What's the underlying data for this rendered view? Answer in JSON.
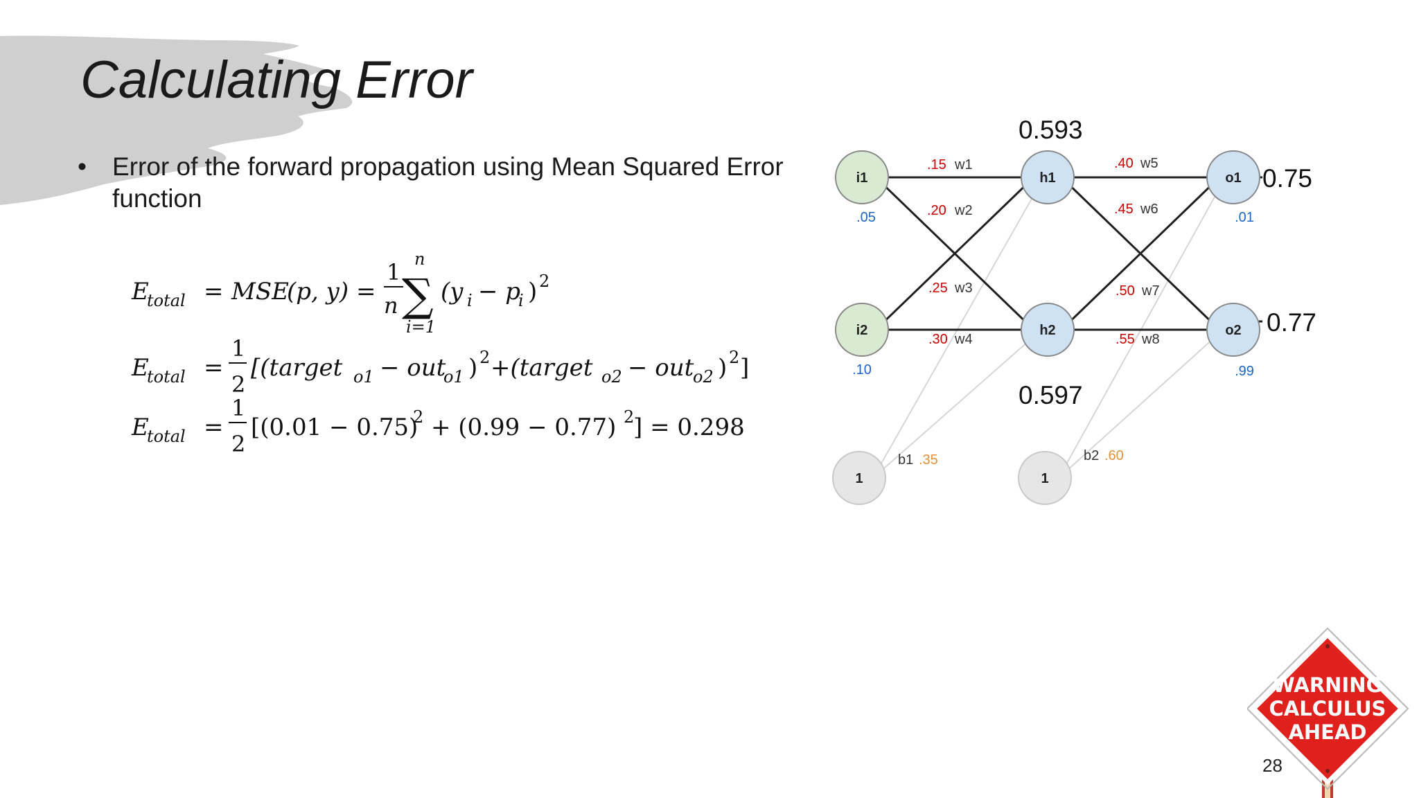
{
  "slide": {
    "title": "Calculating Error",
    "bullet_marker": "•",
    "bullet_text": "Error of the forward propagation using Mean Squared Error function",
    "page_number": "28"
  },
  "equations": {
    "line1": {
      "lhs_base": "E",
      "lhs_sub": "total",
      "eq": "=",
      "mse": "MSE",
      "args": "(p, y)",
      "frac_num": "1",
      "frac_den": "n",
      "sigma": "∑",
      "sum_upper": "n",
      "sum_lower": "i=1",
      "term_open": "(y",
      "term_sub_i": "i",
      "term_minus": "− p",
      "term_sub_i2": "i",
      "term_close": ")",
      "power": "2"
    },
    "line2": {
      "lhs_base": "E",
      "lhs_sub": "total",
      "eq": "=",
      "frac_num": "1",
      "frac_den": "2",
      "open": "[(target",
      "sub1": "o1",
      "minus1": "− out",
      "sub2": "o1",
      "close1": ")",
      "pow1": "2",
      "plus_target": "+(target",
      "sub3": "o2",
      "minus2": "− out",
      "sub4": "o2",
      "close2": ")",
      "pow2": "2",
      "end": "]"
    },
    "line3": {
      "lhs_base": "E",
      "lhs_sub": "total",
      "eq": "=",
      "frac_num": "1",
      "frac_den": "2",
      "part1": "[(0.01 − 0.75)",
      "pow1": "2",
      "part2": "+ (0.99 − 0.77)",
      "pow2": "2",
      "end": "] = 0.298"
    }
  },
  "network": {
    "nodes": {
      "i1": "i1",
      "i2": "i2",
      "h1": "h1",
      "h2": "h2",
      "o1": "o1",
      "o2": "o2",
      "b1": "1",
      "b2": "1"
    },
    "inputs": {
      "i1": ".05",
      "i2": ".10"
    },
    "targets": {
      "o1": ".01",
      "o2": ".99"
    },
    "outputs": {
      "o1": "0.75",
      "o2": "0.77"
    },
    "hidden_outputs": {
      "h1": "0.593",
      "h2": "0.597"
    },
    "weights": [
      {
        "value": ".15",
        "name": "w1"
      },
      {
        "value": ".20",
        "name": "w2"
      },
      {
        "value": ".25",
        "name": "w3"
      },
      {
        "value": ".30",
        "name": "w4"
      },
      {
        "value": ".40",
        "name": "w5"
      },
      {
        "value": ".45",
        "name": "w6"
      },
      {
        "value": ".50",
        "name": "w7"
      },
      {
        "value": ".55",
        "name": "w8"
      }
    ],
    "biases": [
      {
        "name": "b1",
        "value": ".35"
      },
      {
        "name": "b2",
        "value": ".60"
      }
    ]
  },
  "warning_sign": {
    "line1": "WARNING",
    "line2": "CALCULUS",
    "line3": "AHEAD"
  },
  "colors": {
    "input_node": "#d9ead3",
    "hidden_output_node": "#cfe2f3",
    "bias_node": "#e6e6e6",
    "weight_value": "#cc0000",
    "input_value": "#1c64c8",
    "bias_value": "#e69138",
    "sign_red": "#e0201c",
    "brush_gray": "#cfcfcf"
  }
}
